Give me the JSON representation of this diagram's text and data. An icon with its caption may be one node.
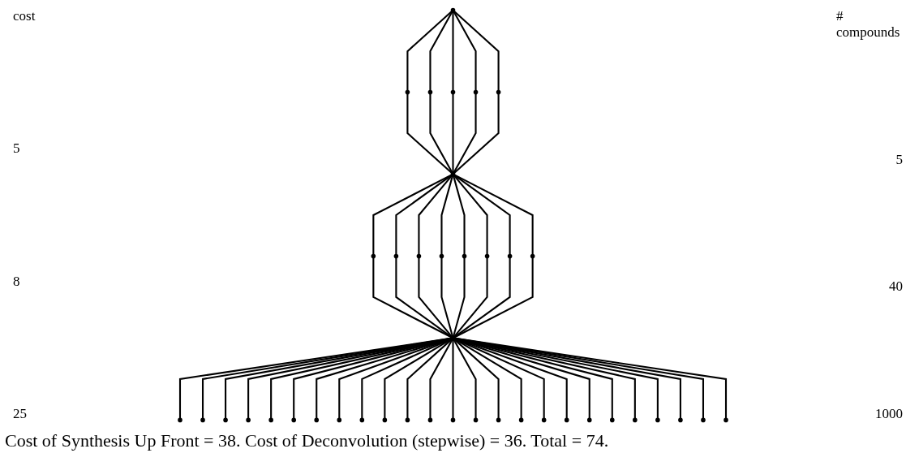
{
  "diagram": {
    "caption": "Cost of Synthesis Up Front = 38. Cost of Deconvolution (stepwise) = 36. Total = 74.",
    "nodes": [
      {
        "text": [],
        "shape": "circle"
      },
      {
        "text": [],
        "shape": "circle"
      },
      {
        "text": [],
        "shape": "circle"
      },
      {
        "text": [],
        "shape": "circle"
      },
      {
        "text": [],
        "shape": "circle"
      },
      {
        "text": [],
        "shape": "circle"
      },
      {
        "text": [],
        "shape": "circle"
      },
      {
        "text": [],
        "shape": "circle"
      },
      {
        "text": [],
        "shape": "circle"
      },
      {
        "text": [],
        "shape": "circle"
      },
      {
        "text": [],
        "shape": "circle"
      },
      {
        "text": [],
        "shape": "circle"
      },
      {
        "text": [],
        "shape": "circle"
      },
      {
        "text": [],
        "shape": "circle"
      },
      {
        "text": [],
        "shape": "circle"
      },
      {
        "text": [],
        "shape": "circle"
      },
      {
        "text": [],
        "shape": "circle"
      },
      {
        "text": [],
        "shape": "circle"
      },
      {
        "text": [],
        "shape": "circle"
      },
      {
        "text": [],
        "shape": "circle"
      },
      {
        "text": [],
        "shape": "circle"
      },
      {
        "text": [],
        "shape": "circle"
      },
      {
        "text": [],
        "shape": "circle"
      },
      {
        "text": [],
        "shape": "circle"
      },
      {
        "text": [],
        "shape": "circle"
      },
      {
        "text": [],
        "shape": "circle"
      },
      {
        "text": [],
        "shape": "circle"
      },
      {
        "text": [],
        "shape": "circle"
      },
      {
        "text": [],
        "shape": "circle"
      },
      {
        "text": [],
        "shape": "circle"
      },
      {
        "text": [],
        "shape": "circle"
      },
      {
        "text": [],
        "shape": "circle"
      },
      {
        "text": [],
        "shape": "circle"
      },
      {
        "text": [],
        "shape": "circle"
      },
      {
        "text": [],
        "shape": "circle"
      },
      {
        "text": [],
        "shape": "circle"
      },
      {
        "text": [],
        "shape": "circle"
      },
      {
        "text": [],
        "shape": "circle"
      },
      {
        "text": [],
        "shape": "circle"
      },
      {
        "text": [],
        "shape": "circle"
      },
      {
        "text": [],
        "shape": "circle"
      }
    ],
    "edges": [
      {
        "from": 0,
        "to": 1,
        "arrow": "none"
      },
      {
        "from": 0,
        "to": 2,
        "arrow": "none"
      },
      {
        "from": 0,
        "to": 3,
        "arrow": "none"
      },
      {
        "from": 0,
        "to": 4,
        "arrow": "none"
      },
      {
        "from": 0,
        "to": 5,
        "arrow": "none"
      },
      {
        "from": 1,
        "to": 6,
        "arrow": "none"
      },
      {
        "from": 2,
        "to": 6,
        "arrow": "none"
      },
      {
        "from": 3,
        "to": 6,
        "arrow": "none"
      },
      {
        "from": 4,
        "to": 6,
        "arrow": "none"
      },
      {
        "from": 5,
        "to": 6,
        "arrow": "none"
      },
      {
        "from": 6,
        "to": 7,
        "arrow": "none"
      },
      {
        "from": 6,
        "to": 8,
        "arrow": "none"
      },
      {
        "from": 6,
        "to": 9,
        "arrow": "none"
      },
      {
        "from": 6,
        "to": 10,
        "arrow": "none"
      },
      {
        "from": 6,
        "to": 11,
        "arrow": "none"
      },
      {
        "from": 6,
        "to": 12,
        "arrow": "none"
      },
      {
        "from": 6,
        "to": 13,
        "arrow": "none"
      },
      {
        "from": 6,
        "to": 14,
        "arrow": "none"
      },
      {
        "from": 7,
        "to": 15,
        "arrow": "none"
      },
      {
        "from": 8,
        "to": 15,
        "arrow": "none"
      },
      {
        "from": 9,
        "to": 15,
        "arrow": "none"
      },
      {
        "from": 10,
        "to": 15,
        "arrow": "none"
      },
      {
        "from": 11,
        "to": 15,
        "arrow": "none"
      },
      {
        "from": 12,
        "to": 15,
        "arrow": "none"
      },
      {
        "from": 13,
        "to": 15,
        "arrow": "none"
      },
      {
        "from": 14,
        "to": 15,
        "arrow": "none"
      },
      {
        "from": 15,
        "to": 16,
        "arrow": "none"
      },
      {
        "from": 15,
        "to": 17,
        "arrow": "none"
      },
      {
        "from": 15,
        "to": 18,
        "arrow": "none"
      },
      {
        "from": 15,
        "to": 19,
        "arrow": "none"
      },
      {
        "from": 15,
        "to": 20,
        "arrow": "none"
      },
      {
        "from": 15,
        "to": 21,
        "arrow": "none"
      },
      {
        "from": 15,
        "to": 22,
        "arrow": "none"
      },
      {
        "from": 15,
        "to": 23,
        "arrow": "none"
      },
      {
        "from": 15,
        "to": 24,
        "arrow": "none"
      },
      {
        "from": 15,
        "to": 25,
        "arrow": "none"
      },
      {
        "from": 15,
        "to": 26,
        "arrow": "none"
      },
      {
        "from": 15,
        "to": 27,
        "arrow": "none"
      },
      {
        "from": 15,
        "to": 28,
        "arrow": "none"
      },
      {
        "from": 15,
        "to": 29,
        "arrow": "none"
      },
      {
        "from": 15,
        "to": 30,
        "arrow": "none"
      },
      {
        "from": 15,
        "to": 31,
        "arrow": "none"
      },
      {
        "from": 15,
        "to": 32,
        "arrow": "none"
      },
      {
        "from": 15,
        "to": 33,
        "arrow": "none"
      },
      {
        "from": 15,
        "to": 34,
        "arrow": "none"
      },
      {
        "from": 15,
        "to": 35,
        "arrow": "none"
      },
      {
        "from": 15,
        "to": 36,
        "arrow": "none"
      },
      {
        "from": 15,
        "to": 37,
        "arrow": "none"
      },
      {
        "from": 15,
        "to": 38,
        "arrow": "none"
      },
      {
        "from": 15,
        "to": 39,
        "arrow": "none"
      },
      {
        "from": 15,
        "to": 40,
        "arrow": "none"
      }
    ],
    "labels": [
      "cost",
      "# compounds",
      "5",
      "5",
      "8",
      "40",
      "25",
      "1000"
    ]
  }
}
